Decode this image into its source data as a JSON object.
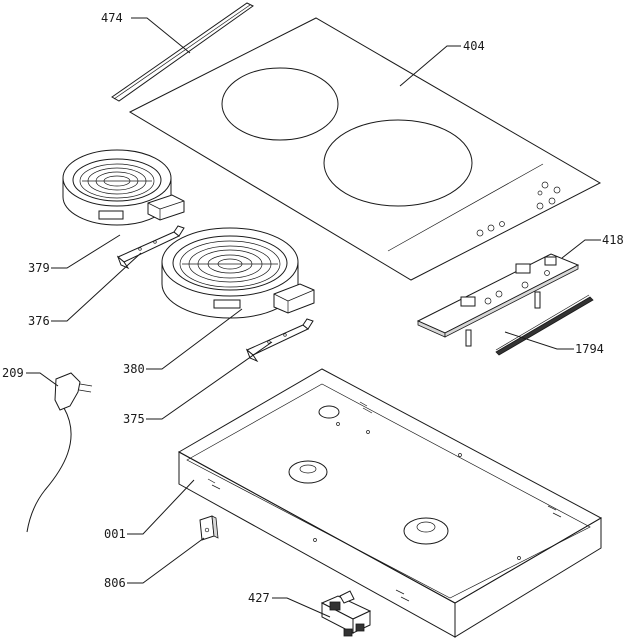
{
  "callouts": {
    "glass_trim": "474",
    "glass_top": "404",
    "control_board": "418",
    "board_strip": "1794",
    "small_heater": "379",
    "small_bracket": "376",
    "large_heater": "380",
    "large_bracket": "375",
    "power_cord": "209",
    "housing": "001",
    "clip": "806",
    "terminal_block": "427"
  }
}
